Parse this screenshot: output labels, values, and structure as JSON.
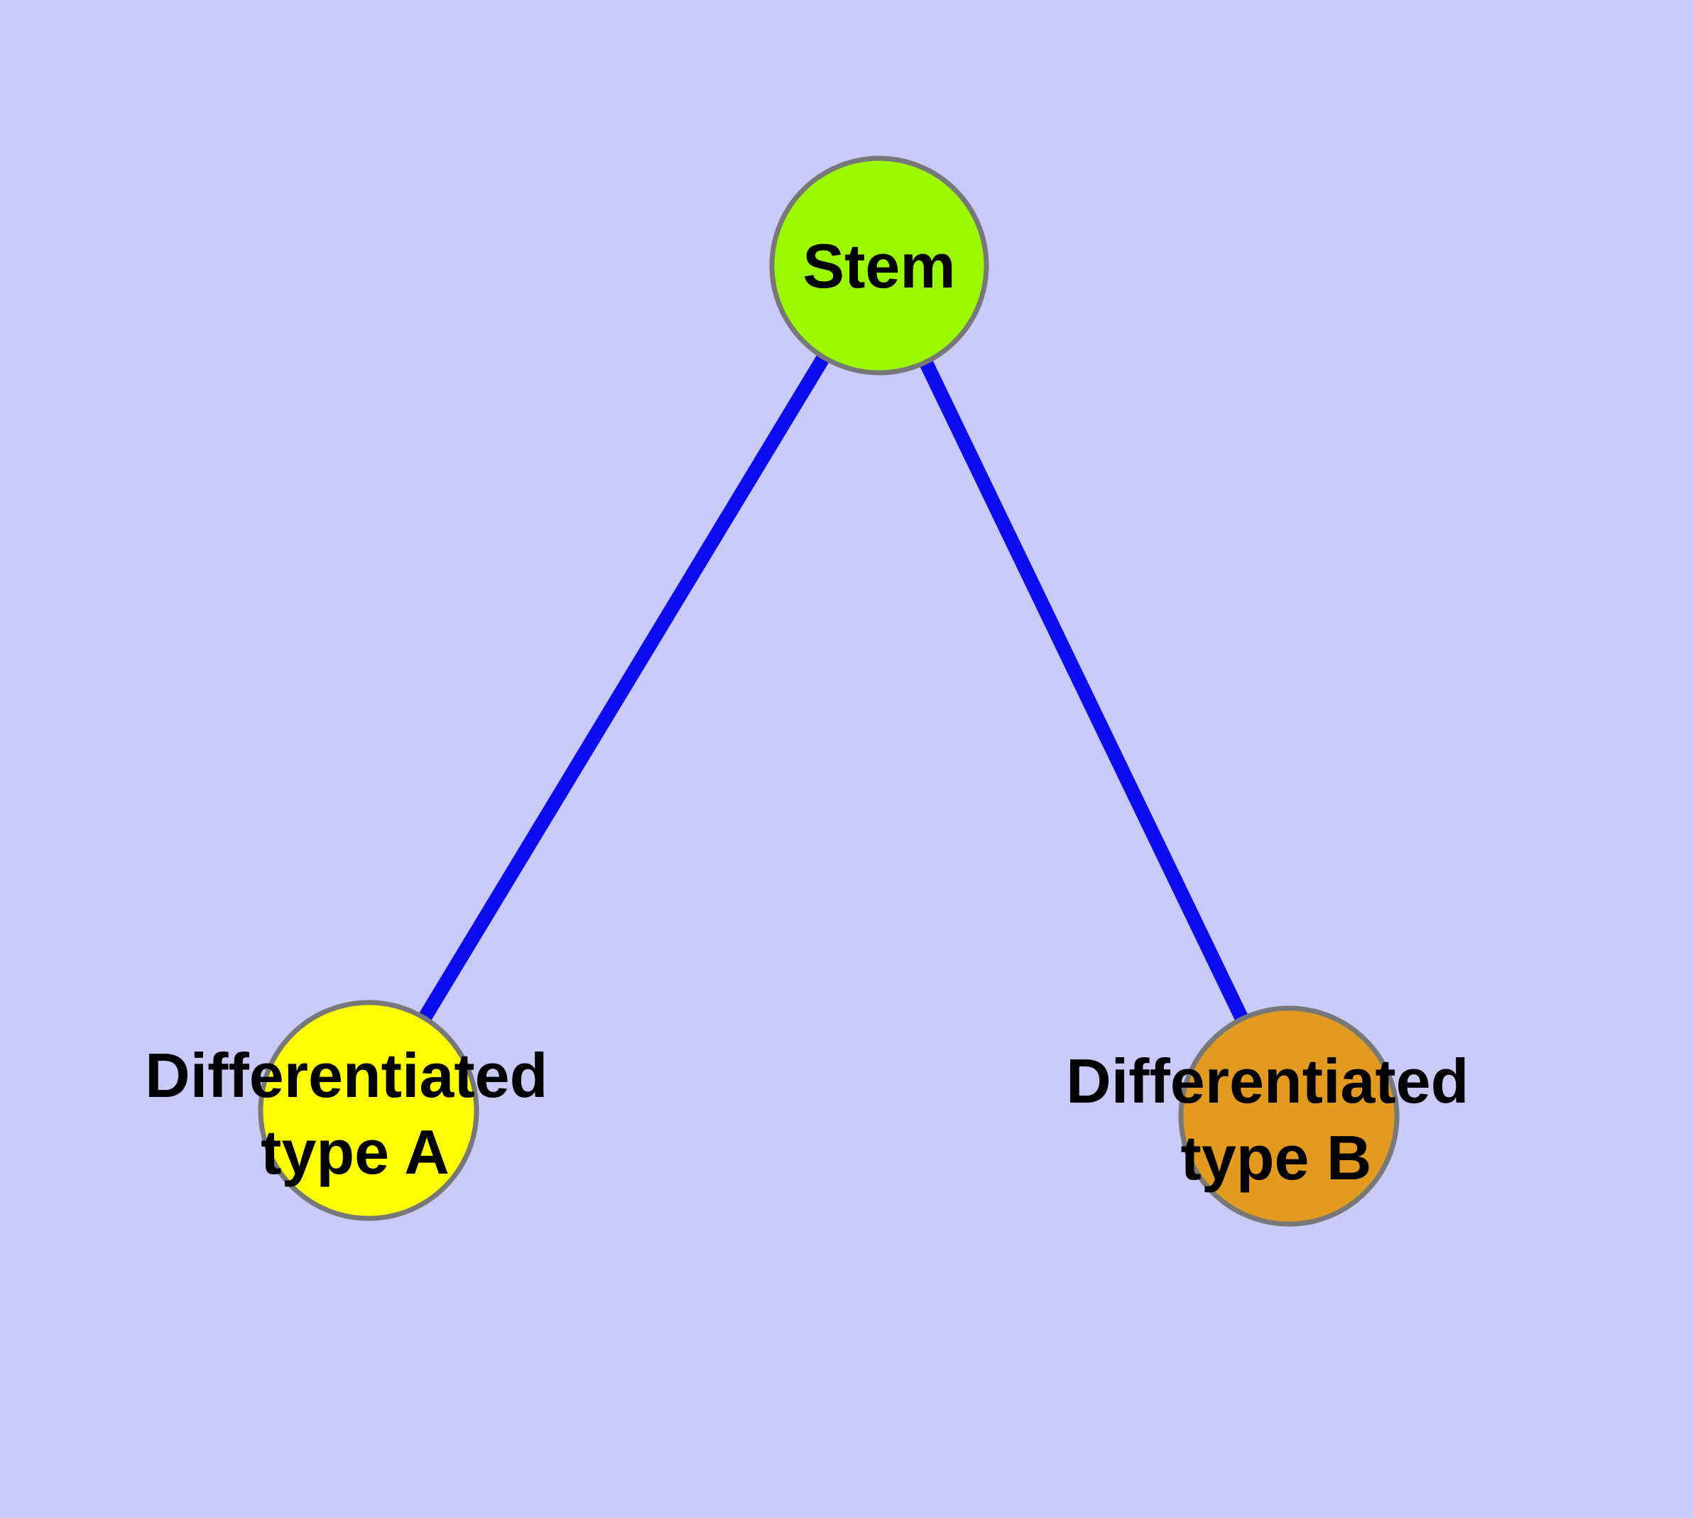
{
  "diagram": {
    "type": "node-link-graph",
    "description": "Cell differentiation hierarchy: a stem node with two differentiated child types",
    "background_color": "#CACAF8",
    "edge_color": "#0B0BF0",
    "node_border_color": "#787878",
    "label_color": "#000000",
    "nodes": [
      {
        "id": "stem",
        "label": "Stem",
        "fill": "#9BF900"
      },
      {
        "id": "type-a",
        "label": "Differentiated type A",
        "label_line1": "Differentiated",
        "label_line2": "type A",
        "fill": "#FFFF00"
      },
      {
        "id": "type-b",
        "label": "Differentiated type B",
        "label_line1": "Differentiated",
        "label_line2": "type B",
        "fill": "#E29A1F"
      }
    ],
    "edges": [
      {
        "from": "stem",
        "to": "type-a"
      },
      {
        "from": "stem",
        "to": "type-b"
      }
    ]
  }
}
